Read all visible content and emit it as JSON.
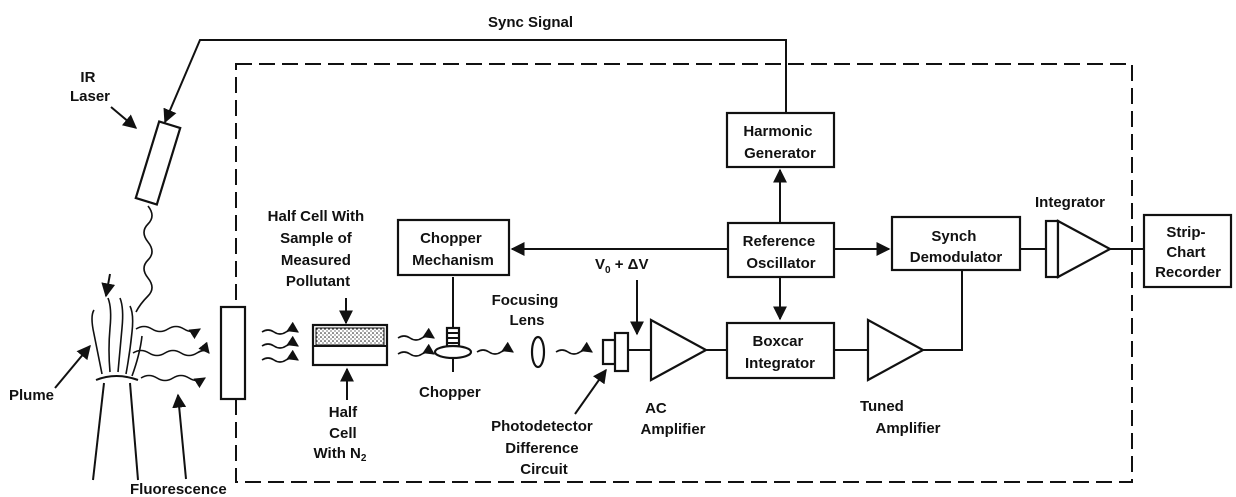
{
  "sync_signal": "Sync Signal",
  "ir_laser": [
    "IR",
    "Laser"
  ],
  "plume": "Plume",
  "fluorescence": "Fluorescence",
  "half_cell_sample": [
    "Half Cell With",
    "Sample of",
    "Measured",
    "Pollutant"
  ],
  "half_cell_n2": [
    "Half",
    "Cell",
    "With N"
  ],
  "half_cell_n2_sub": "2",
  "chopper": "Chopper",
  "chopper_mechanism": [
    "Chopper",
    "Mechanism"
  ],
  "focusing_lens": [
    "Focusing",
    "Lens"
  ],
  "v0_dv": {
    "v": "V",
    "sub": "0",
    "rest": " + ΔV"
  },
  "photodetector": [
    "Photodetector",
    "Difference",
    "Circuit"
  ],
  "ac_amplifier": [
    "AC",
    "Amplifier"
  ],
  "harmonic_generator": [
    "Harmonic",
    "Generator"
  ],
  "reference_oscillator": [
    "Reference",
    "Oscillator"
  ],
  "boxcar_integrator": [
    "Boxcar",
    "Integrator"
  ],
  "tuned_amplifier": [
    "Tuned",
    "Amplifier"
  ],
  "synch_demodulator": [
    "Synch",
    "Demodulator"
  ],
  "integrator": "Integrator",
  "strip_chart_recorder": [
    "Strip-",
    "Chart",
    "Recorder"
  ]
}
